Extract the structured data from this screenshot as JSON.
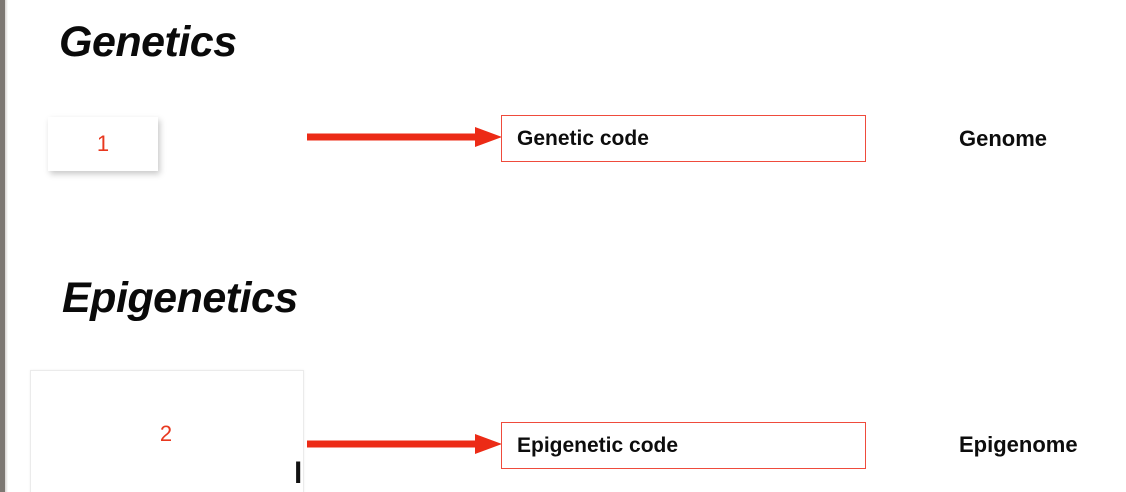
{
  "slide": {
    "background_color": "#ffffff",
    "edge_stripe_color": "#7d7873",
    "accent_red": "#e8381f",
    "box_border_red": "#ef4b3c",
    "text_color": "#0d0d0d"
  },
  "sections": [
    {
      "heading": "Genetics",
      "card_number": "1",
      "arrow": "red-arrow-right",
      "code_box_label": "Genetic code",
      "caption": "Genome"
    },
    {
      "heading": "Epigenetics",
      "card_number": "2",
      "arrow": "red-arrow-right",
      "code_box_label": "Epigenetic code",
      "caption": "Epigenome",
      "clipped_glyph": "l"
    }
  ],
  "genetics": {
    "heading": "Genetics",
    "card_number": "1",
    "code_box_label": "Genetic code",
    "caption": "Genome"
  },
  "epigenetics": {
    "heading": "Epigenetics",
    "card_number": "2",
    "code_box_label": "Epigenetic code",
    "caption": "Epigenome",
    "clipped_glyph": "l"
  }
}
